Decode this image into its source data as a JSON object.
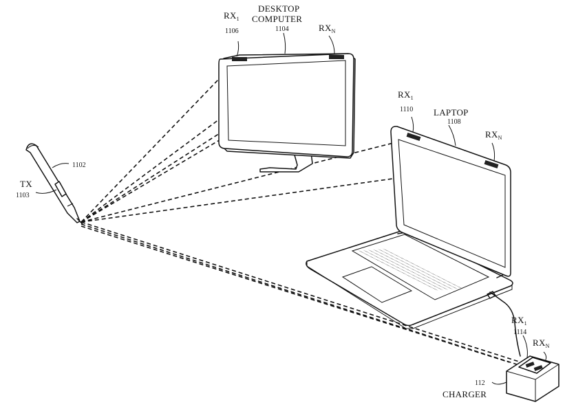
{
  "labels": {
    "desktop_rx1": {
      "base": "RX",
      "sub": "1",
      "ref": "1106"
    },
    "desktop_title_line1": "DESKTOP",
    "desktop_title_line2": "COMPUTER",
    "desktop_ref": "1104",
    "desktop_rxn": {
      "base": "RX",
      "sub": "N"
    },
    "laptop_rx1": {
      "base": "RX",
      "sub": "1",
      "ref": "1110"
    },
    "laptop_title": "LAPTOP",
    "laptop_ref": "1108",
    "laptop_rxn": {
      "base": "RX",
      "sub": "N"
    },
    "stylus_ref": "1102",
    "tx": {
      "label": "TX",
      "ref": "1103"
    },
    "charger_rx1": {
      "base": "RX",
      "sub": "1",
      "ref": "1114"
    },
    "charger_rxn": {
      "base": "RX",
      "sub": "N"
    },
    "charger_ref": "112",
    "charger_title": "CHARGER"
  },
  "icons": [
    "stylus-icon",
    "desktop-monitor-icon",
    "laptop-icon",
    "charger-icon"
  ]
}
